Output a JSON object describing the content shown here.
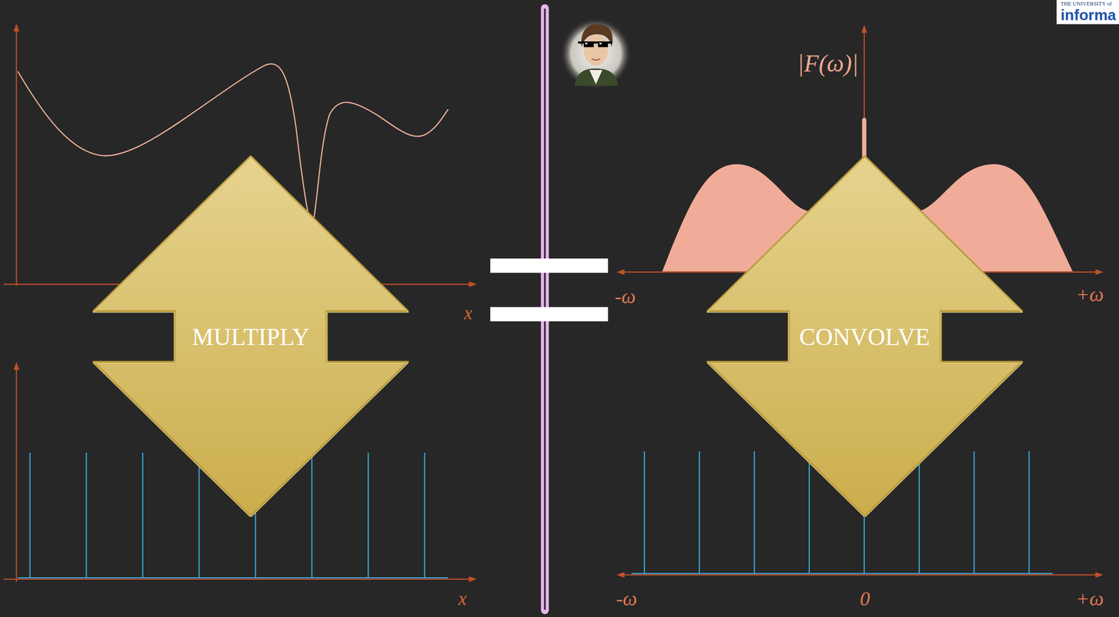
{
  "diagram": {
    "nodes": [
      {
        "text": [
          "MULTIPLY"
        ]
      },
      {
        "text": [
          "CONVOLVE"
        ]
      }
    ],
    "labels": [
      "x",
      "x",
      "|F(ω)|",
      "-ω",
      "+ω",
      "-ω",
      "0",
      "+ω",
      "THE UNIVERSITY of",
      "informa"
    ]
  }
}
